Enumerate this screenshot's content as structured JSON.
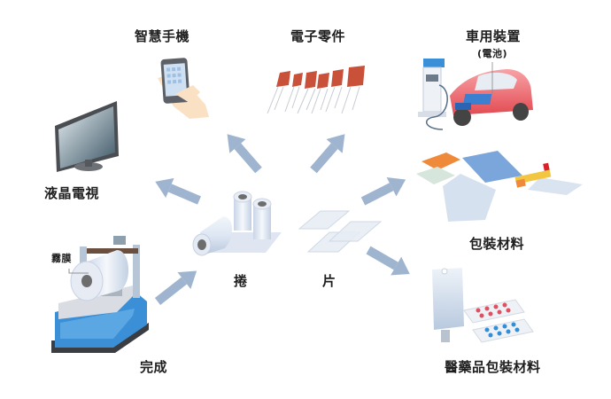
{
  "diagram": {
    "center": {
      "roll_label": "捲",
      "sheet_label": "片"
    },
    "source": {
      "label": "完成",
      "film_label": "霧膜"
    },
    "applications": [
      {
        "key": "smartphone",
        "label": "智慧手機"
      },
      {
        "key": "electronic-components",
        "label": "電子零件"
      },
      {
        "key": "automotive",
        "label": "車用裝置",
        "sublabel": "(電池)"
      },
      {
        "key": "lcd-tv",
        "label": "液晶電視"
      },
      {
        "key": "packaging",
        "label": "包裝材料"
      },
      {
        "key": "medical-packaging",
        "label": "醫藥品包裝材料"
      }
    ],
    "colors": {
      "arrow": "#9fb4cf",
      "conveyor_blue": "#3a8fd6",
      "capacitor": "#c9513a",
      "car_red": "#e9545a",
      "battery_blue": "#3b7fd0"
    }
  }
}
